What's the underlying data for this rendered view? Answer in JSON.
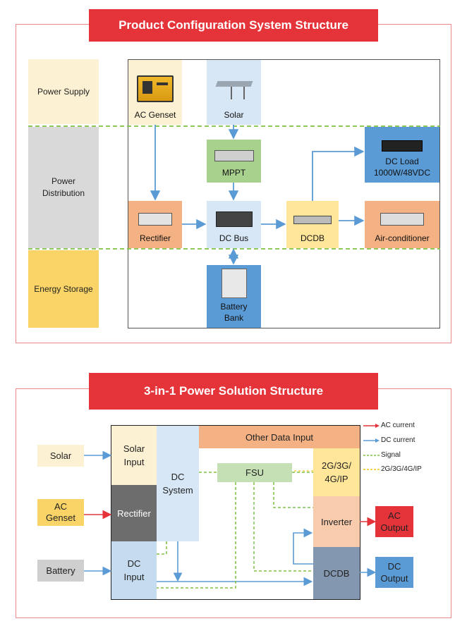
{
  "top": {
    "title": "Product Configuration System Structure",
    "rows": {
      "supply": "Power Supply",
      "distribution": "Power Distribution",
      "storage": "Energy Storage"
    },
    "nodes": {
      "ac_genset": "AC Genset",
      "solar": "Solar",
      "mppt": "MPPT",
      "rectifier": "Rectifier",
      "dc_bus": "DC Bus",
      "dcdb": "DCDB",
      "dc_load": "DC Load\n1000W/48VDC",
      "air_conditioner": "Air-conditioner",
      "battery_bank": "Battery\nBank"
    },
    "colors": {
      "supply": "#fdf1d3",
      "distribution": "#d9d9d9",
      "storage": "#fad466",
      "blue_light": "#d8e7f6",
      "green": "#a9d18e",
      "orange": "#f4b183",
      "blue_dark": "#5b9bd5",
      "yellow": "#ffe699",
      "arrow": "#5b9bd5",
      "dash": "#7dc242"
    }
  },
  "bottom": {
    "title": "3-in-1 Power Solution Structure",
    "inputs": {
      "solar": "Solar",
      "ac_genset": "AC\nGenset",
      "battery": "Battery"
    },
    "blocks": {
      "solar_input": "Solar\nInput",
      "rectifier": "Rectifier",
      "dc_input": "DC\nInput",
      "dc_system": "DC\nSystem",
      "other_data_input": "Other Data Input",
      "fsu": "FSU",
      "comm": "2G/3G/\n4G/IP",
      "inverter": "Inverter",
      "dcdb": "DCDB"
    },
    "outputs": {
      "ac_output": "AC\nOutput",
      "dc_output": "DC\nOutput"
    },
    "legend": [
      {
        "label": "AC current",
        "color": "#e5333a",
        "style": "arrow"
      },
      {
        "label": "DC current",
        "color": "#5b9bd5",
        "style": "arrow"
      },
      {
        "label": "Signal",
        "color": "#7dc242",
        "style": "dash"
      },
      {
        "label": "2G/3G/4G/IP",
        "color": "#f5c518",
        "style": "dash"
      }
    ]
  }
}
